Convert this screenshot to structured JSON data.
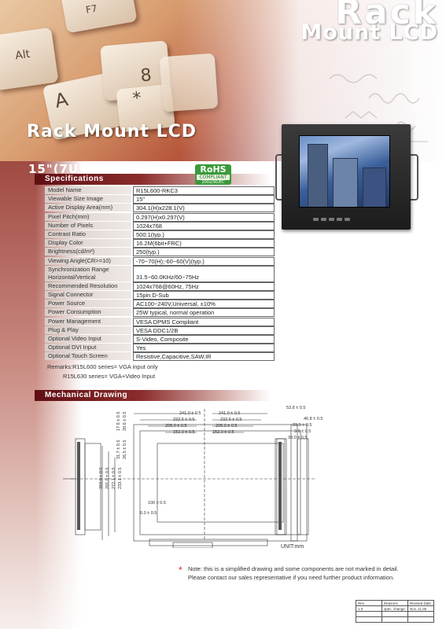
{
  "header": {
    "title_line1": "Rack",
    "title_line2": "Mount LCD",
    "hero_title": "Rack Mount LCD",
    "hero_keys": [
      "Alt",
      "A",
      "8",
      "*",
      "F7"
    ],
    "background_colors": {
      "accent": "#7d1f24",
      "hero_light": "#e9c9a4"
    }
  },
  "product": {
    "size_title": "15\"(7U)",
    "rohs": {
      "mark": "RoHS",
      "compliant": "COMPLIANT",
      "directive": "2002/95/EC"
    }
  },
  "specifications": {
    "heading": "Specifications",
    "rows": [
      {
        "label": "Model Name",
        "value": "R15L600-RKC3"
      },
      {
        "label": "Viewable Size Image",
        "value": "15\""
      },
      {
        "label": "Active Display Area(mm)",
        "value": "304.1(H)x228.1(V)"
      },
      {
        "label": "Pixel Pitch(mm)",
        "value": "0.297(H)x0.297(V)"
      },
      {
        "label": "Number of Pixels",
        "value": "1024x768"
      },
      {
        "label": "Contrast Ratio",
        "value": "500:1(typ.)"
      },
      {
        "label": "Display Color",
        "value": "16.2M(6bit+FRC)"
      },
      {
        "label": "Brightness(cd/m²)",
        "value": "250(typ.)"
      },
      {
        "label": "Viewing Angle(CR>=10)",
        "value": "-70~70(H);-60~60(V)(typ.)"
      },
      {
        "label": "Synchronization Range\nHorizontal/Vertical",
        "value": "31.5~60.0KHz/60~75Hz"
      },
      {
        "label": "Recommended Resolution",
        "value": "1024x768@60Hz, 75Hz"
      },
      {
        "label": "Signal Connector",
        "value": "15pin D-Sub"
      },
      {
        "label": "Power Source",
        "value": "AC100~240V,Universal, ±10%"
      },
      {
        "label": "Power Consumption",
        "value": "25W typical, normal operation"
      },
      {
        "label": "Power Management",
        "value": "VESA DPMS Compliant"
      },
      {
        "label": "Plug & Play",
        "value": "VESA DDC1/2B"
      },
      {
        "label": "Optional Video Input",
        "value": "S-Video, Composite"
      },
      {
        "label": "Optional DVI Input",
        "value": "Yes"
      },
      {
        "label": "Optional Touch Screen",
        "value": "Resistive,Capacitive,SAW,IR"
      }
    ],
    "remarks": [
      "Remarks:R15L600 series= VGA input only",
      "R15L630 series= VGA+Video Input"
    ]
  },
  "mechanical": {
    "heading": "Mechanical Drawing",
    "dimensions": {
      "top_left": [
        "241.0 ± 0.5",
        "232.5 ± 0.5",
        "205.0 ± 0.5",
        "152.0 ± 0.5"
      ],
      "top_right": [
        "241.0 ± 0.5",
        "232.5 ± 0.5",
        "205.0 ± 0.5",
        "152.0 ± 0.5"
      ],
      "side": [
        "53.8 ± 0.5",
        "46.8 ± 0.5",
        "23.5 ± 0.5",
        "3.0 ± 0.5",
        "30.0 ± 0.5"
      ],
      "vertical": [
        "17.6 ± 0.5",
        "20.6 ± 0.5",
        "31.7 ± 0.5",
        "26.5 ± 0.5"
      ],
      "height": [
        "310.0 ± 0.5",
        "291.0 ± 0.5",
        "272.1 ± 0.5",
        "233.1 ± 0.5"
      ],
      "small": [
        "100 ± 0.5",
        "6.0 ± 0.5"
      ]
    },
    "unit": "UNIT:mm"
  },
  "note": {
    "line1": "Note: this is a simplified drawing and some components are not marked in detail.",
    "line2": "Please contact our sales representative if you need further product information."
  },
  "revision": {
    "headers": [
      "Rev.",
      "Reasons",
      "Revised Date"
    ],
    "row": [
      "1.0",
      "spec. change",
      "Nov. 11.06"
    ]
  }
}
